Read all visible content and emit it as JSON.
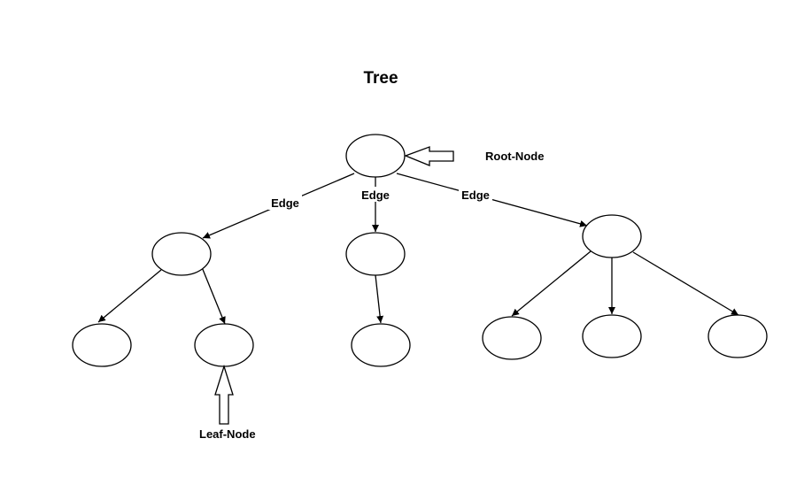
{
  "diagram": {
    "title": "Tree",
    "root_label": "Root-Node",
    "leaf_label": "Leaf-Node",
    "edge_label": "Edge"
  }
}
